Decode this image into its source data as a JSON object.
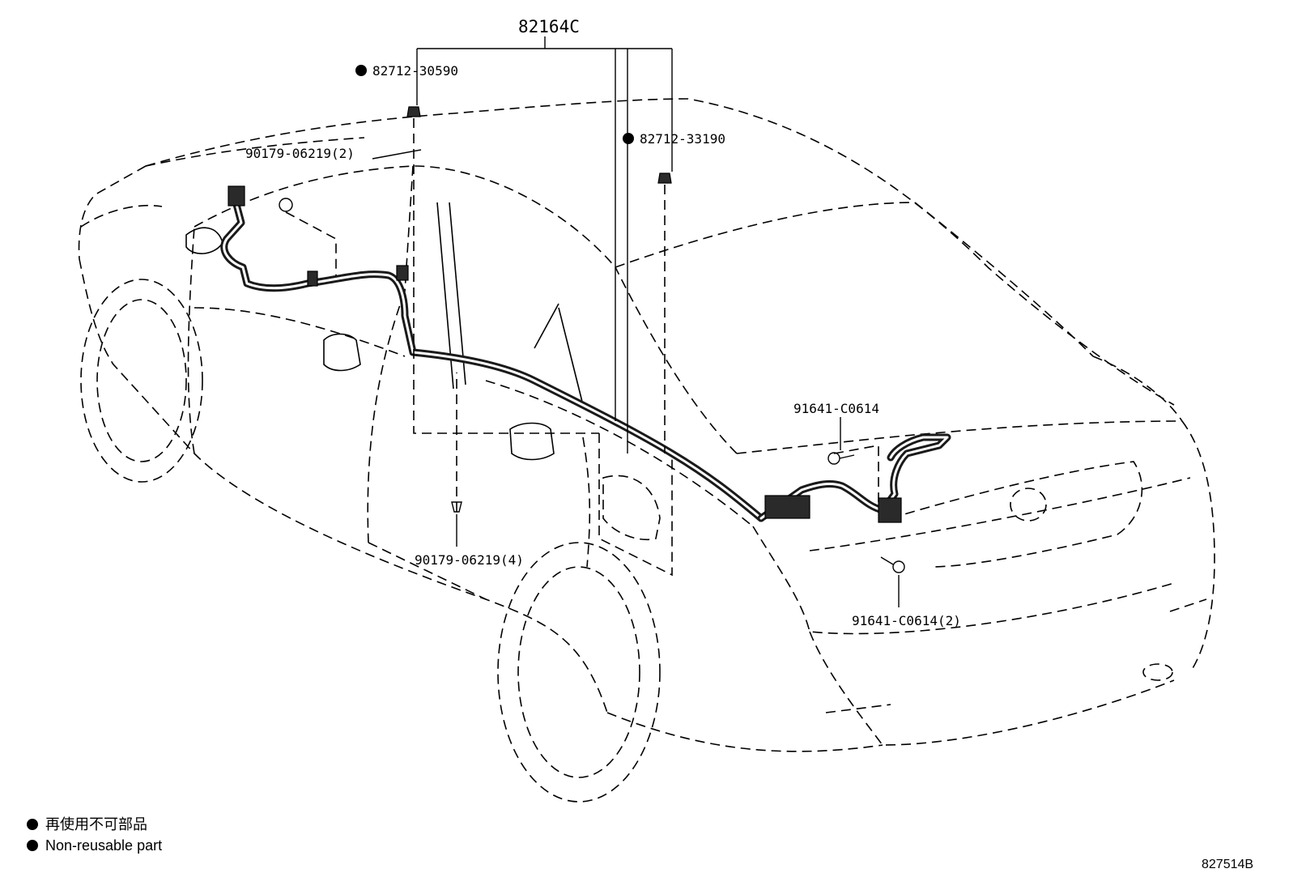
{
  "diagram": {
    "assembly_label": "82164C",
    "callouts": {
      "clip_upper_left": "82712-30590",
      "clip_upper_right": "82712-33190",
      "clamp_front": "90179-06219(2)",
      "clamp_door": "90179-06219(4)",
      "bolt_trunk": "91641-C0614",
      "bolt_rear": "91641-C0614(2)"
    },
    "legend": {
      "line_japanese": "再使用不可部品",
      "line_english": "Non-reusable part"
    },
    "reference_code": "827514B"
  }
}
